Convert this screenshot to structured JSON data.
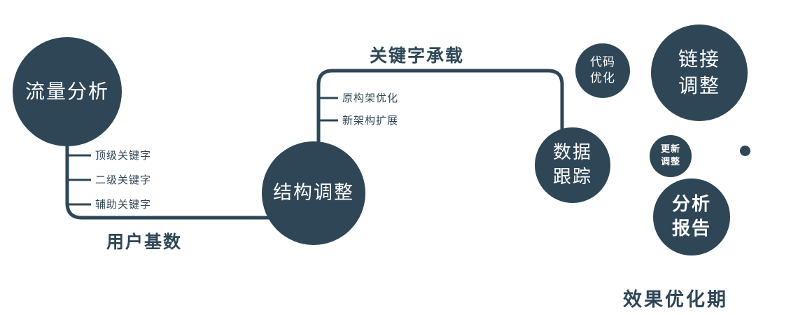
{
  "diagram": {
    "colors": {
      "primary": "#2e4656",
      "node_text": "#ffffff"
    },
    "nodes": {
      "traffic": {
        "label": "流量分析"
      },
      "structure": {
        "label": "结构调整"
      },
      "tracking": {
        "label": "数据\n跟踪"
      },
      "code": {
        "label": "代码\n优化"
      },
      "link": {
        "label": "链接\n调整"
      },
      "update": {
        "label": "更新\n调整"
      },
      "report": {
        "label": "分析\n报告"
      }
    },
    "edges": {
      "user_base": {
        "label": "用户基数"
      },
      "keyword_carry": {
        "label": "关键字承载"
      }
    },
    "branches": {
      "traffic": [
        {
          "label": "顶级关键字"
        },
        {
          "label": "二级关键字"
        },
        {
          "label": "辅助关键字"
        }
      ],
      "structure": [
        {
          "label": "原构架优化"
        },
        {
          "label": "新架构扩展"
        }
      ]
    },
    "caption": "效果优化期"
  }
}
